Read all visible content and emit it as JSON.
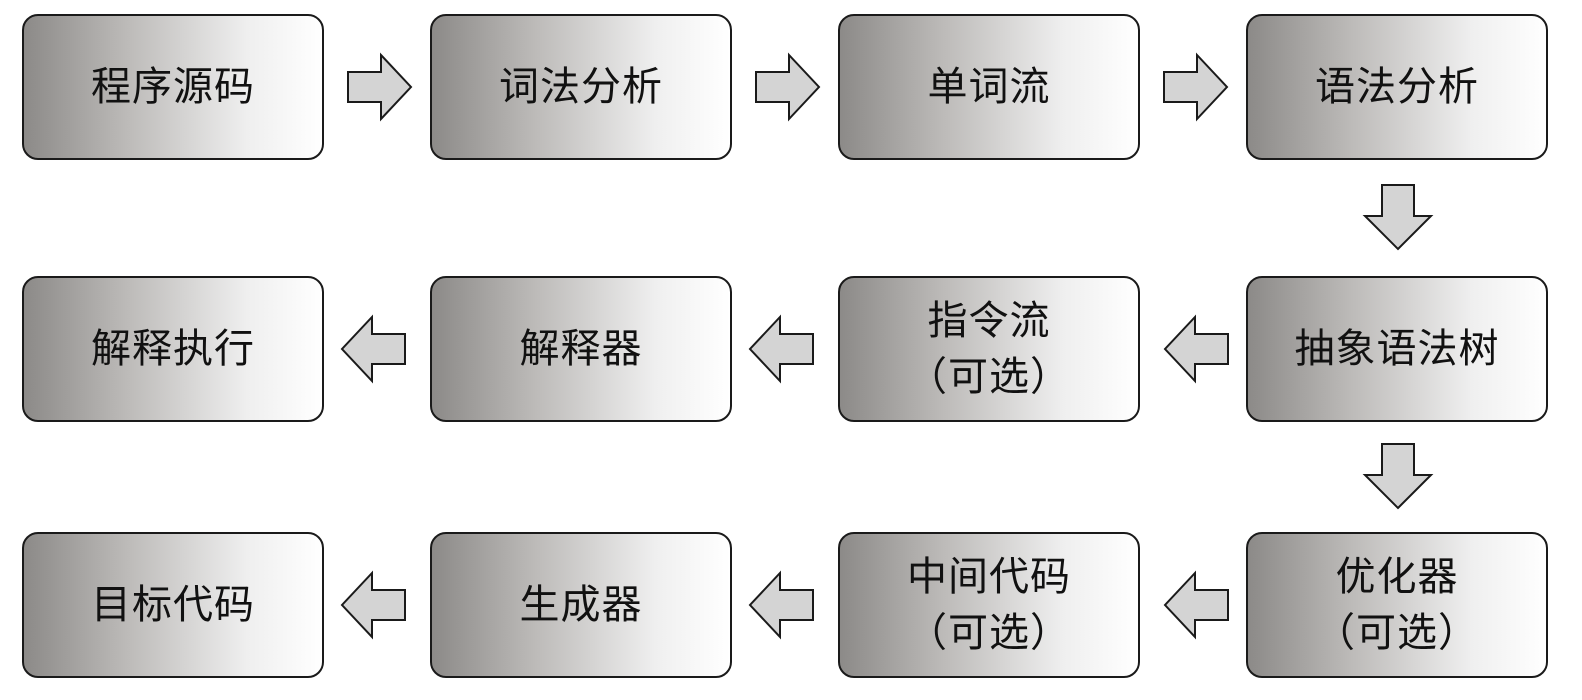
{
  "nodes": {
    "source_code": "程序源码",
    "lexical_analysis": "词法分析",
    "token_stream": "单词流",
    "syntax_analysis": "语法分析",
    "ast": "抽象语法树",
    "instruction_stream": "指令流",
    "instruction_stream_note": "（可选）",
    "interpreter": "解释器",
    "interpret_execute": "解释执行",
    "optimizer": "优化器",
    "optimizer_note": "（可选）",
    "intermediate_code": "中间代码",
    "intermediate_code_note": "（可选）",
    "generator": "生成器",
    "target_code": "目标代码"
  },
  "colors": {
    "box_gradient_dark": "#8c8a88",
    "box_gradient_light": "#ffffff",
    "arrow_fill": "#d4d4d4",
    "border": "#1a1a1a"
  }
}
